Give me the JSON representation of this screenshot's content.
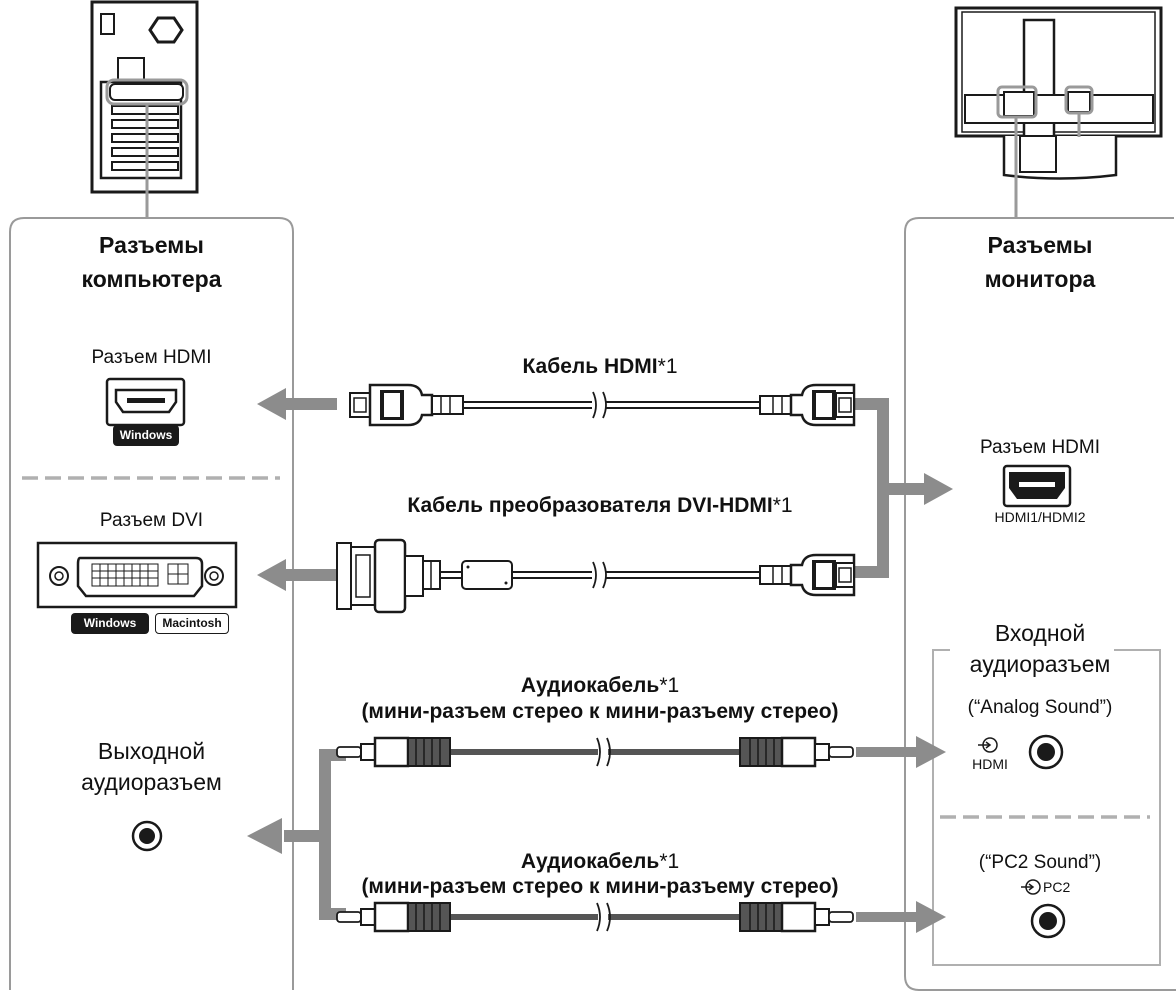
{
  "computer_panel": {
    "title_line1": "Разъемы",
    "title_line2": "компьютера",
    "hdmi_port_label": "Разъем HDMI",
    "hdmi_badge": "Windows",
    "dvi_port_label": "Разъем DVI",
    "dvi_badges": [
      "Windows",
      "Macintosh"
    ],
    "audio_out_line1": "Выходной",
    "audio_out_line2": "аудиоразъем"
  },
  "monitor_panel": {
    "title_line1": "Разъемы",
    "title_line2": "монитора",
    "hdmi_port_label": "Разъем HDMI",
    "hdmi_port_sub": "HDMI1/HDMI2",
    "audio_in_line1": "Входной",
    "audio_in_line2": "аудиоразъем",
    "analog_sound_label": "(“Analog Sound”)",
    "analog_hdmi_small": "HDMI",
    "pc2_sound_label": "(“PC2 Sound”)",
    "pc2_small": "PC2"
  },
  "cables": {
    "hdmi_title": "Кабель HDMI",
    "dvi_title": "Кабель преобразователя DVI-HDMI",
    "audio1_title": "Аудиокабель",
    "audio1_sub": "(мини-разъем стерео к мини-разъему стерео)",
    "audio2_title": "Аудиокабель",
    "audio2_sub": "(мини-разъем стерео к мини-разъему стерео)",
    "footnote_mark": "*1"
  },
  "colors": {
    "arrow": "#8c8c8c",
    "panel_border": "#9a9a9a",
    "dashed_divider": "#b0b0b0",
    "ink": "#1a1a1a"
  }
}
